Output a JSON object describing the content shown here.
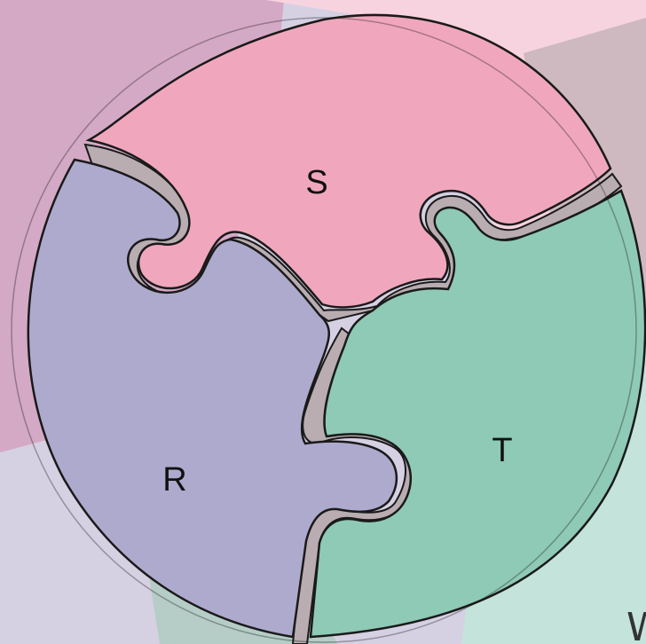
{
  "diagram": {
    "pieces": [
      {
        "id": "S",
        "label": "S",
        "color": "#f0a7bd"
      },
      {
        "id": "T",
        "label": "T",
        "color": "#8ecab5"
      },
      {
        "id": "R",
        "label": "R",
        "color": "#aeaace"
      }
    ],
    "outline_color": "#1a1a1a",
    "shadow_color": "#b9adb1",
    "corner_text": "W"
  }
}
